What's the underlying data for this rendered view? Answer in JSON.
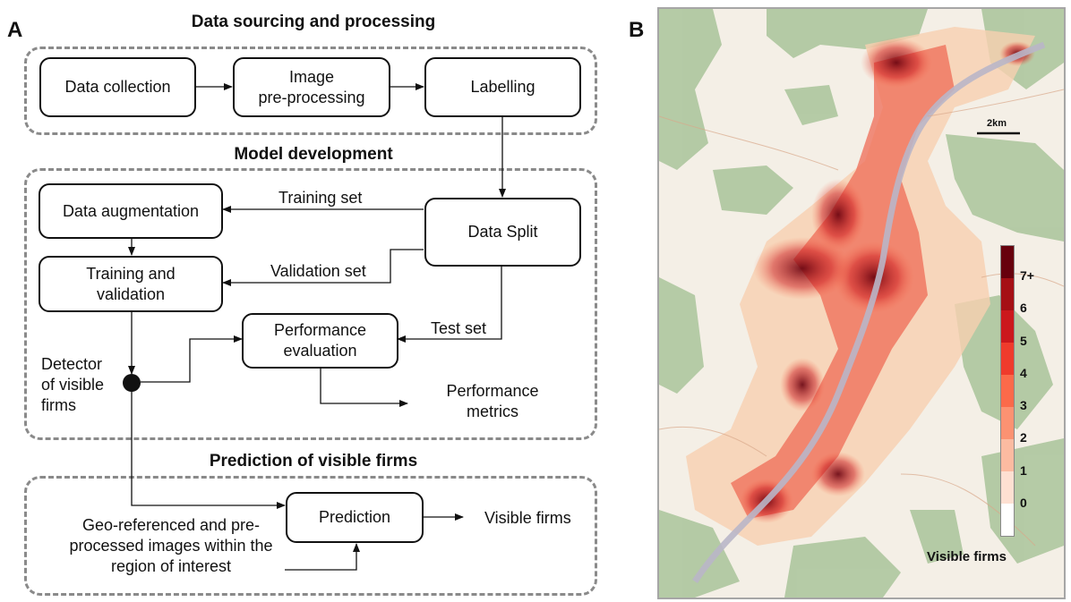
{
  "panel_a": {
    "letter": "A",
    "sections": {
      "sourcing": "Data sourcing and processing",
      "model": "Model development",
      "prediction": "Prediction of visible firms"
    },
    "boxes": {
      "data_collection": "Data collection",
      "image_preprocessing": "Image\npre-processing",
      "labelling": "Labelling",
      "data_augmentation": "Data augmentation",
      "data_split": "Data Split",
      "training_validation": "Training and\nvalidation",
      "performance_evaluation": "Performance\nevaluation",
      "prediction": "Prediction"
    },
    "labels": {
      "training_set": "Training set",
      "validation_set": "Validation set",
      "test_set": "Test set",
      "detector": "Detector\nof visible\nfirms",
      "performance_metrics": "Performance\nmetrics",
      "geo_images": "Geo-referenced and pre-\nprocessed images within the\nregion of interest",
      "visible_firms_out": "Visible firms"
    }
  },
  "panel_b": {
    "letter": "B",
    "scale_bar_label": "2km",
    "legend": {
      "title": "Visible firms",
      "ticks": [
        "7+",
        "6",
        "5",
        "4",
        "3",
        "2",
        "1",
        "0"
      ],
      "colors": [
        "#67000d",
        "#a50f15",
        "#cb181d",
        "#ef3b2c",
        "#fb6a4a",
        "#fc9272",
        "#fcbba1",
        "#fee0d2",
        "#ffffff"
      ]
    },
    "map_colors": {
      "background": "#f4efe6",
      "green_areas": "#a9c49a",
      "urban": "#f7cfb0",
      "river": "#b9b6c8"
    }
  }
}
